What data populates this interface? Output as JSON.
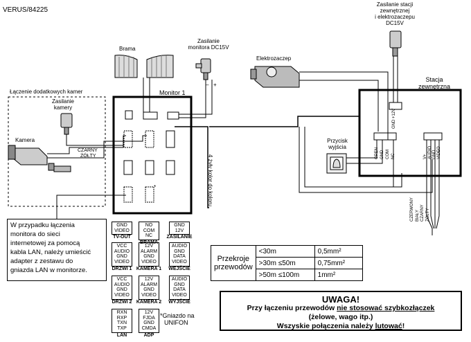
{
  "model": "VERUS/84225",
  "labels": {
    "brama": "Brama",
    "zasilanie_monitora": [
      "Zasilanie",
      "monitora DC15V"
    ],
    "zasilanie_stacji": [
      "Zasilanie stacji",
      "zewnętrznej",
      "i elektrozaczepu",
      "DC15V"
    ],
    "elektrozaczep": "Elektrozaczep",
    "stacja": [
      "Stacja",
      "zewnętrzna"
    ],
    "lacz_kamer": "Łączenie dodatkowych kamer",
    "zasilanie_kamery": [
      "Zasilanie",
      "kamery"
    ],
    "kamera": "Kamera",
    "czarny": "CZARNY",
    "zolty": "ŻÓŁTY",
    "monitor": "Monitor 1",
    "cztery_zyly": "4 żyły kolor do koloru",
    "przycisk": [
      "Przycisk",
      "wyjścia"
    ],
    "gnd12v": [
      "GND",
      "+12V"
    ],
    "station_left_pins": [
      "OPEN",
      "GND",
      "COM",
      "NC"
    ],
    "station_right_pins": [
      "V+",
      "AUDIO",
      "GND",
      "VIDEO"
    ],
    "wire_colors": [
      "CZERWONY",
      "BIAŁY",
      "CZARNY",
      "ŻÓŁTY"
    ],
    "plus": "+",
    "minus": "–"
  },
  "note_lan": [
    "W przypadku łączenia",
    "monitora do sieci",
    "internetowej za pomocą",
    "kabla LAN, należy umieścić",
    "adapter z zestawu do",
    "gniazda LAN w monitorze."
  ],
  "connectors": [
    {
      "pins": [
        "GND",
        "VIDEO"
      ],
      "label": "TV-OUT"
    },
    {
      "pins": [
        "NO",
        "COM",
        "NC"
      ],
      "label": "BRAMA"
    },
    {
      "pins": [
        "GND",
        "12V"
      ],
      "label": "ZASILANIE"
    },
    {
      "pins": [
        "VCC",
        "AUDIO",
        "GND",
        "VIDEO"
      ],
      "label": "DRZWI 1"
    },
    {
      "pins": [
        "12V",
        "ALARM",
        "GND",
        "VIDEO"
      ],
      "label": "KAMERA 1"
    },
    {
      "pins": [
        "AUDIO",
        "GND",
        "DATA",
        "VIDEO"
      ],
      "label": "WEJŚCIE"
    },
    {
      "pins": [
        "VCC",
        "AUDIO",
        "GND",
        "VIDEO"
      ],
      "label": "DRZWI 2"
    },
    {
      "pins": [
        "12V",
        "ALARM",
        "GND",
        "VIDEO"
      ],
      "label": "KAMERA 2"
    },
    {
      "pins": [
        "AUDIO",
        "GND",
        "DATA",
        "VIDEO"
      ],
      "label": "WYJŚCIE"
    },
    {
      "pins": [
        "RXN",
        "RXP",
        "TXN",
        "TXP"
      ],
      "label": "LAN"
    },
    {
      "pins": [
        "12V",
        "FJDA",
        "GND",
        "CMDA"
      ],
      "label": "ADP"
    }
  ],
  "gniazdo_note": [
    "*Gniazdo na",
    "UNIFON"
  ],
  "przekroje": {
    "header": [
      "Przekroje",
      "przewodów"
    ],
    "rows": [
      {
        "range": "<30m",
        "value": "0,5mm²"
      },
      {
        "range": ">30m  ≤50m",
        "value": "0,75mm²"
      },
      {
        "range": ">50m  ≤100m",
        "value": "1mm²"
      }
    ]
  },
  "uwaga": {
    "title": "UWAGA!",
    "line1_pre": "Przy łączeniu przewodów ",
    "line1_u": "nie stosować szybkozłączek",
    "line2": "(żelowe, wago itp.)",
    "line3_pre": "Wszyskie połączenia należy ",
    "line3_u": "lutować",
    "line3_post": "!"
  }
}
